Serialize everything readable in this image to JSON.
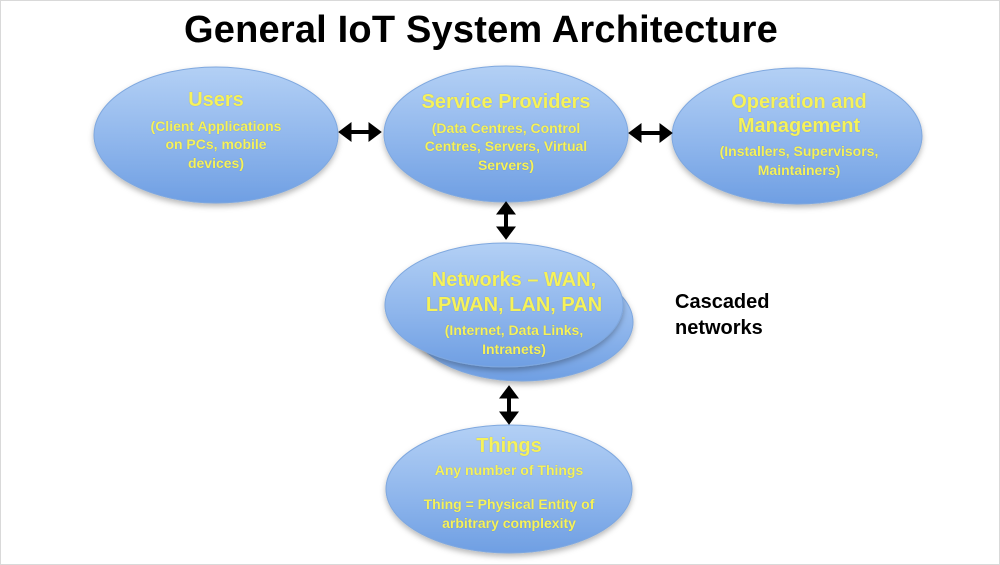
{
  "title": "General IoT System Architecture",
  "nodes": {
    "users": {
      "heading": "Users",
      "sub_line1": "(Client Applications",
      "sub_line2": "on PCs, mobile",
      "sub_line3": "devices)"
    },
    "service_providers": {
      "heading": "Service Providers",
      "sub_line1": "(Data Centres, Control",
      "sub_line2": "Centres, Servers, Virtual",
      "sub_line3": "Servers)"
    },
    "operation": {
      "heading_line1": "Operation and",
      "heading_line2": "Management",
      "sub_line1": "(Installers, Supervisors,",
      "sub_line2": "Maintainers)"
    },
    "networks": {
      "heading_line1": "Networks  – WAN,",
      "heading_line2": "LPWAN,  LAN, PAN",
      "sub_line1": "(Internet, Data Links,",
      "sub_line2": "Intranets)"
    },
    "things": {
      "heading": "Things",
      "sub_line1": "Any number of Things",
      "sub_line2": "Thing = Physical Entity of",
      "sub_line3": "arbitrary complexity"
    }
  },
  "side_label": {
    "line1": "Cascaded",
    "line2": "networks"
  },
  "colors": {
    "ellipse_light": "#a9c8f2",
    "ellipse_dark": "#6f9fe3",
    "ellipse_stroke": "#7fa8df",
    "text_yellow": "#f6f25a",
    "arrow": "#000000"
  }
}
